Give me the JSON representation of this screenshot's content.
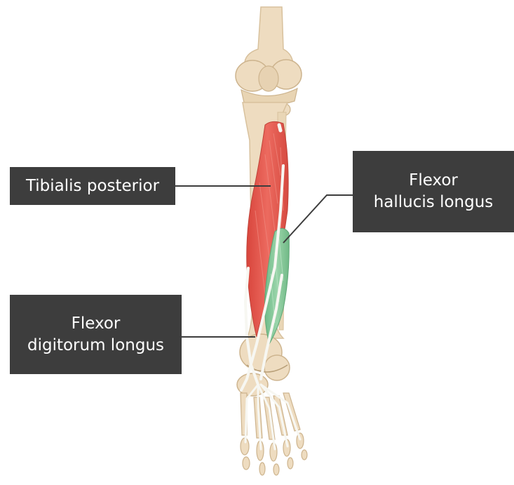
{
  "labels": {
    "tibialis_posterior": "Tibialis posterior",
    "flexor_hallucis_longus": [
      "Flexor",
      "hallucis longus"
    ],
    "flexor_digitorum_longus": [
      "Flexor",
      "digitorum longus"
    ]
  },
  "colors": {
    "background": "#ffffff",
    "bone": "#eedcc0",
    "bone_outline": "#d8c19d",
    "muscle_red": "#e2574d",
    "muscle_green": "#80c596",
    "tendon": "#f7f7f2",
    "label_bg": "#3d3d3d",
    "label_text": "#ffffff",
    "leader_line": "#3d3d3d"
  }
}
